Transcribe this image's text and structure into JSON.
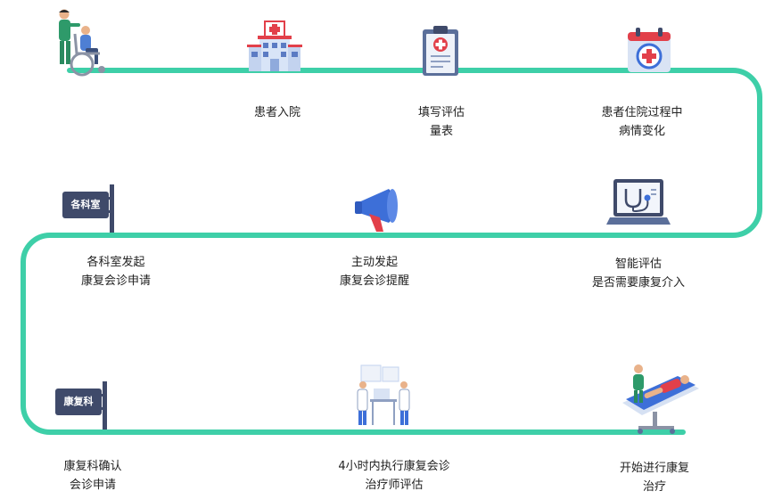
{
  "colors": {
    "path": "#3ecfa8",
    "sign": "#3f4a6a",
    "accent_red": "#e2404a",
    "accent_blue": "#3d6fd8"
  },
  "steps": [
    {
      "id": "start",
      "icon": "wheelchair-patient-icon",
      "lines": []
    },
    {
      "id": "admission",
      "icon": "hospital-icon",
      "lines": [
        "患者入院"
      ]
    },
    {
      "id": "fill-form",
      "icon": "clipboard-icon",
      "lines": [
        "填写评估",
        "量表"
      ]
    },
    {
      "id": "condition-change",
      "icon": "calendar-medical-icon",
      "lines": [
        "患者住院过程中",
        "病情变化"
      ]
    },
    {
      "id": "smart-eval",
      "icon": "laptop-stethoscope-icon",
      "lines": [
        "智能评估",
        "是否需要康复介入"
      ]
    },
    {
      "id": "reminder",
      "icon": "megaphone-icon",
      "lines": [
        "主动发起",
        "康复会诊提醒"
      ]
    },
    {
      "id": "dept-request",
      "icon": "department-sign-icon",
      "sign_text": "各科室",
      "lines": [
        "各科室发起",
        "康复会诊申请"
      ]
    },
    {
      "id": "rehab-confirm",
      "icon": "rehab-sign-icon",
      "sign_text": "康复科",
      "lines": [
        "康复科确认",
        "会诊申请"
      ]
    },
    {
      "id": "therapist-eval",
      "icon": "doctors-consult-icon",
      "lines": [
        "4小时内执行康复会诊",
        "治疗师评估"
      ]
    },
    {
      "id": "start-rehab",
      "icon": "therapy-bed-icon",
      "lines": [
        "开始进行康复",
        "治疗"
      ]
    }
  ]
}
